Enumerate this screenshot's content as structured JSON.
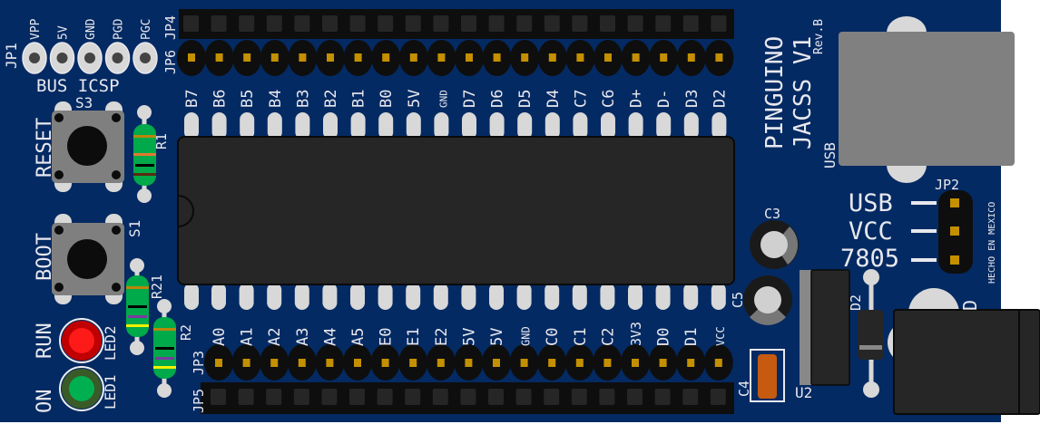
{
  "board": {
    "title": "PINGUINO",
    "subtitle": "JACSS V1",
    "revision": "Rev.B",
    "made_in": "HECHO EN MEXICO"
  },
  "colors": {
    "board": "#042a63",
    "pad": "#c49000",
    "header": "#0e0e0e",
    "silk": "#e8e8ee",
    "component": "#262626"
  },
  "jp1": {
    "name": "JP1",
    "pins": [
      "VPP",
      "5V",
      "GND",
      "PGD",
      "PGC"
    ],
    "label": "BUS ICSP"
  },
  "top_header": {
    "socket": "JP4",
    "pins_name": "JP6",
    "labels": [
      "B7",
      "B6",
      "B5",
      "B4",
      "B3",
      "B2",
      "B1",
      "B0",
      "5V",
      "GND",
      "D7",
      "D6",
      "D5",
      "D4",
      "C7",
      "C6",
      "D+",
      "D-",
      "D3",
      "D2"
    ]
  },
  "bottom_header": {
    "socket": "JP5",
    "pins_name": "JP3",
    "labels": [
      "A0",
      "A1",
      "A2",
      "A3",
      "A4",
      "A5",
      "E0",
      "E1",
      "E2",
      "5V",
      "5V",
      "GND",
      "C0",
      "C1",
      "C2",
      "3V3",
      "D0",
      "D1",
      "VCC"
    ]
  },
  "buttons": [
    {
      "ref": "S3",
      "label": "RESET"
    },
    {
      "ref": "S1",
      "label": "BOOT"
    }
  ],
  "resistors": [
    "R1",
    "R21",
    "R2"
  ],
  "leds": [
    {
      "ref": "LED2",
      "label": "RUN"
    },
    {
      "ref": "LED1",
      "label": "ON"
    }
  ],
  "caps": [
    "C3",
    "C5",
    "C4"
  ],
  "usb_label": "USB",
  "jp2": {
    "name": "JP2",
    "options": [
      "USB",
      "VCC",
      "7805"
    ]
  },
  "regulator": "U2",
  "diode": "D2",
  "jack_label": "D"
}
